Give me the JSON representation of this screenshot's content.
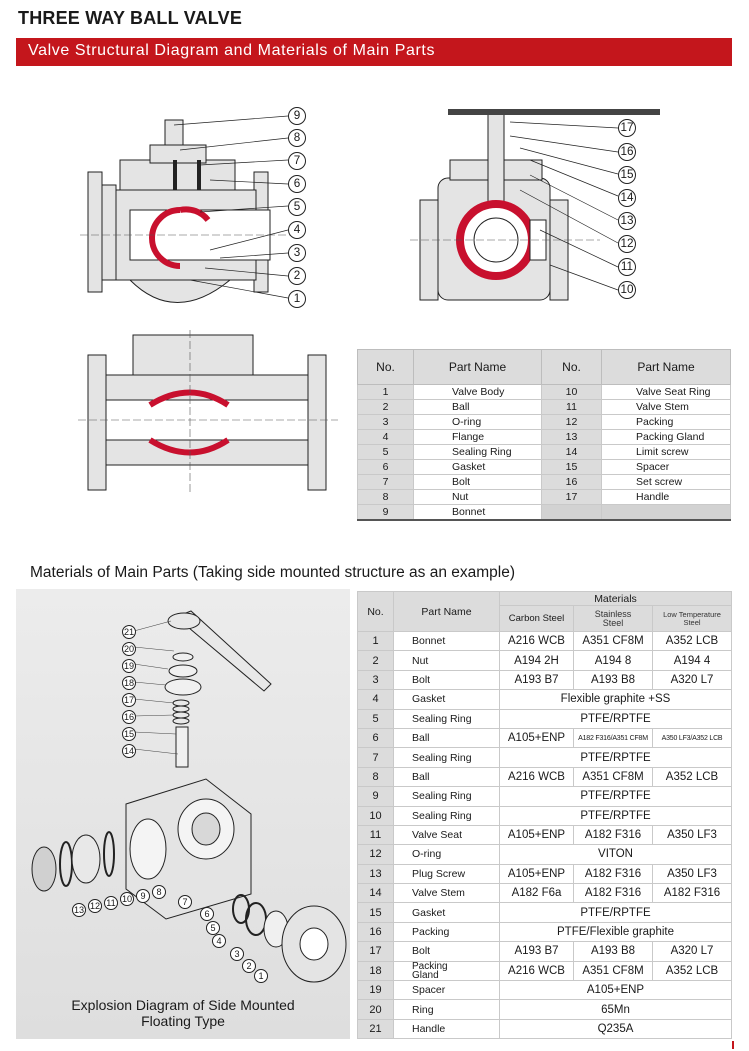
{
  "page_title": "THREE WAY BALL VALVE",
  "section_banner": "Valve Structural Diagram and Materials of Main Parts",
  "callouts_left": [
    "9",
    "8",
    "7",
    "6",
    "5",
    "4",
    "3",
    "2",
    "1"
  ],
  "callouts_right": [
    "17",
    "16",
    "15",
    "14",
    "13",
    "12",
    "11",
    "10"
  ],
  "parts_table": {
    "headers": [
      "No.",
      "Part Name",
      "No.",
      "Part Name"
    ],
    "rows": [
      {
        "no1": "1",
        "name1": "Valve Body",
        "no2": "10",
        "name2": "Valve Seat Ring"
      },
      {
        "no1": "2",
        "name1": "Ball",
        "no2": "11",
        "name2": "Valve Stem"
      },
      {
        "no1": "3",
        "name1": "O-ring",
        "no2": "12",
        "name2": "Packing"
      },
      {
        "no1": "4",
        "name1": "Flange",
        "no2": "13",
        "name2": "Packing Gland"
      },
      {
        "no1": "5",
        "name1": "Sealing Ring",
        "no2": "14",
        "name2": "Limit screw"
      },
      {
        "no1": "6",
        "name1": "Gasket",
        "no2": "15",
        "name2": "Spacer"
      },
      {
        "no1": "7",
        "name1": "Bolt",
        "no2": "16",
        "name2": "Set screw"
      },
      {
        "no1": "8",
        "name1": "Nut",
        "no2": "17",
        "name2": "Handle"
      },
      {
        "no1": "9",
        "name1": "Bonnet",
        "no2": "",
        "name2": ""
      }
    ]
  },
  "materials_title": "Materials of Main Parts (Taking side mounted structure as an example)",
  "explosion_caption_line1": "Explosion Diagram of Side Mounted",
  "explosion_caption_line2": "Floating Type",
  "explosion_callouts_top": [
    "21",
    "20",
    "19",
    "18",
    "17",
    "16",
    "15",
    "14"
  ],
  "explosion_callouts_bottom": [
    "13",
    "12",
    "11",
    "10",
    "9",
    "8"
  ],
  "explosion_callouts_right": [
    "7",
    "6",
    "5",
    "4",
    "3",
    "2",
    "1"
  ],
  "materials_table": {
    "header_no": "No.",
    "header_part": "Part Name",
    "header_materials": "Materials",
    "col1": "Carbon Steel",
    "col2_line1": "Stainless",
    "col2_line2": "Steel",
    "col3_line1": "Low Temperature",
    "col3_line2": "Steel",
    "rows": [
      {
        "no": "1",
        "part": "Bonnet",
        "c1": "A216 WCB",
        "c2": "A351 CF8M",
        "c3": "A352 LCB"
      },
      {
        "no": "2",
        "part": "Nut",
        "c1": "A194 2H",
        "c2": "A194 8",
        "c3": "A194 4"
      },
      {
        "no": "3",
        "part": "Bolt",
        "c1": "A193 B7",
        "c2": "A193 B8",
        "c3": "A320 L7"
      },
      {
        "no": "4",
        "part": "Gasket",
        "span": "Flexible graphite +SS"
      },
      {
        "no": "5",
        "part": "Sealing Ring",
        "span": "PTFE/RPTFE"
      },
      {
        "no": "6",
        "part": "Ball",
        "c1": "A105+ENP",
        "c2": "A182 F316/A351 CF8M",
        "c3": "A350 LF3/A352 LCB"
      },
      {
        "no": "7",
        "part": "Sealing Ring",
        "span": "PTFE/RPTFE"
      },
      {
        "no": "8",
        "part": "Ball",
        "c1": "A216 WCB",
        "c2": "A351 CF8M",
        "c3": "A352 LCB"
      },
      {
        "no": "9",
        "part": "Sealing Ring",
        "span": "PTFE/RPTFE"
      },
      {
        "no": "10",
        "part": "Sealing Ring",
        "span": "PTFE/RPTFE"
      },
      {
        "no": "11",
        "part": "Valve Seat",
        "c1": "A105+ENP",
        "c2": "A182 F316",
        "c3": "A350 LF3"
      },
      {
        "no": "12",
        "part": "O-ring",
        "span": "VITON"
      },
      {
        "no": "13",
        "part": "Plug Screw",
        "c1": "A105+ENP",
        "c2": "A182 F316",
        "c3": "A350 LF3"
      },
      {
        "no": "14",
        "part": "Valve Stem",
        "c1": "A182 F6a",
        "c2": "A182 F316",
        "c3": "A182 F316"
      },
      {
        "no": "15",
        "part": "Gasket",
        "span": "PTFE/RPTFE"
      },
      {
        "no": "16",
        "part": "Packing",
        "span": "PTFE/Flexible graphite"
      },
      {
        "no": "17",
        "part": "Bolt",
        "c1": "A193 B7",
        "c2": "A193 B8",
        "c3": "A320 L7"
      },
      {
        "no": "18",
        "part_line1": "Packing",
        "part_line2": "Gland",
        "c1": "A216 WCB",
        "c2": "A351 CF8M",
        "c3": "A352 LCB"
      },
      {
        "no": "19",
        "part": "Spacer",
        "span": "A105+ENP"
      },
      {
        "no": "20",
        "part": "Ring",
        "span": "65Mn"
      },
      {
        "no": "21",
        "part": "Handle",
        "span": "Q235A"
      }
    ]
  },
  "colors": {
    "accent_red": "#c4161c",
    "ball_red": "#c8102e",
    "table_grey": "#dcdcdc"
  }
}
